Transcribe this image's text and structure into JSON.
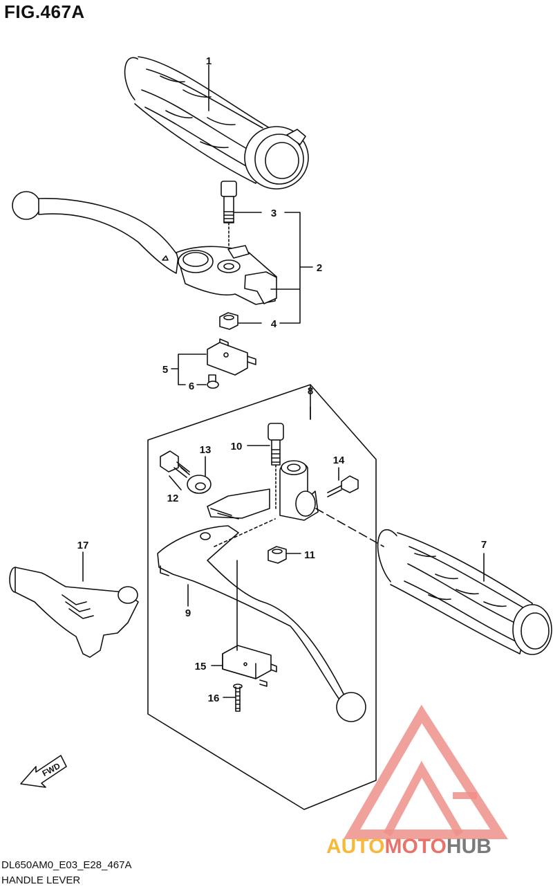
{
  "figure": {
    "title": "FIG.467A",
    "code": "DL650AM0_E03_E28_467A",
    "name": "HANDLE LEVER",
    "fwd_label": "FWD"
  },
  "callouts": [
    "1",
    "2",
    "3",
    "4",
    "5",
    "6",
    "7",
    "8",
    "9",
    "10",
    "11",
    "12",
    "13",
    "14",
    "15",
    "16",
    "17"
  ],
  "watermark": {
    "word_1": "AUTO",
    "word_2": "MOTO",
    "word_3": "HUB",
    "colors": {
      "auto": "#f6b93b",
      "moto": "#e8736a",
      "hub": "#7a7a7a",
      "triangle": "#ef9089"
    }
  }
}
